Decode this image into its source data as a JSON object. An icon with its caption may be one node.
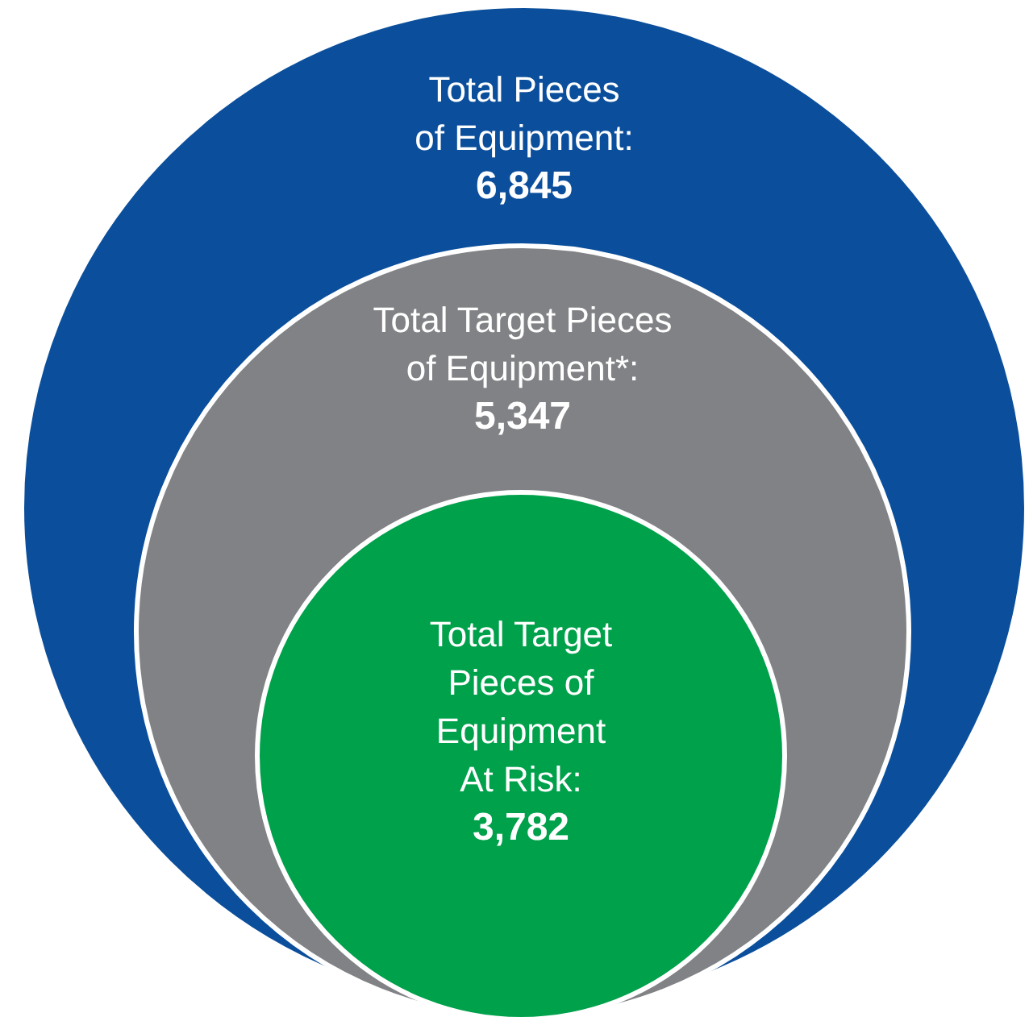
{
  "diagram": {
    "nodes": [
      {
        "text": [
          "Total Pieces of Equipment:",
          "6,845"
        ]
      },
      {
        "text": [
          "Total Target Pieces of Equipment*:",
          "5,347"
        ],
        "in": 0
      },
      {
        "text": [
          "Total Target Pieces of Equipment At Risk:",
          "3,782"
        ],
        "in": 1
      }
    ]
  }
}
